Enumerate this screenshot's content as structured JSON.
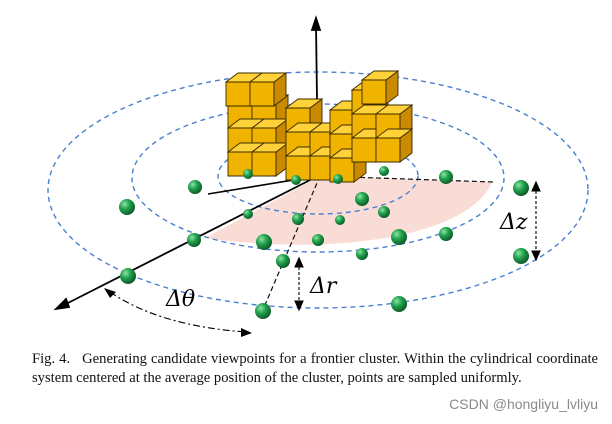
{
  "figure": {
    "labels": {
      "delta_z": "Δz",
      "delta_r": "Δr",
      "delta_theta": "Δθ"
    },
    "colors": {
      "ring": "#4a7fd0",
      "sector_fill": "#f9d6cf",
      "sampled_point": "#1f9e4a",
      "voxel_top": "#ffd23a",
      "voxel_front": "#f0b400",
      "voxel_side": "#c98a00",
      "axis": "#000000"
    }
  },
  "caption": {
    "label": "Fig. 4.",
    "text": "Generating candidate viewpoints for a frontier cluster. Within the cylindrical coordinate system centered at the average position of the cluster, points are sampled uniformly."
  },
  "watermark": "CSDN @hongliyu_lvliyu"
}
